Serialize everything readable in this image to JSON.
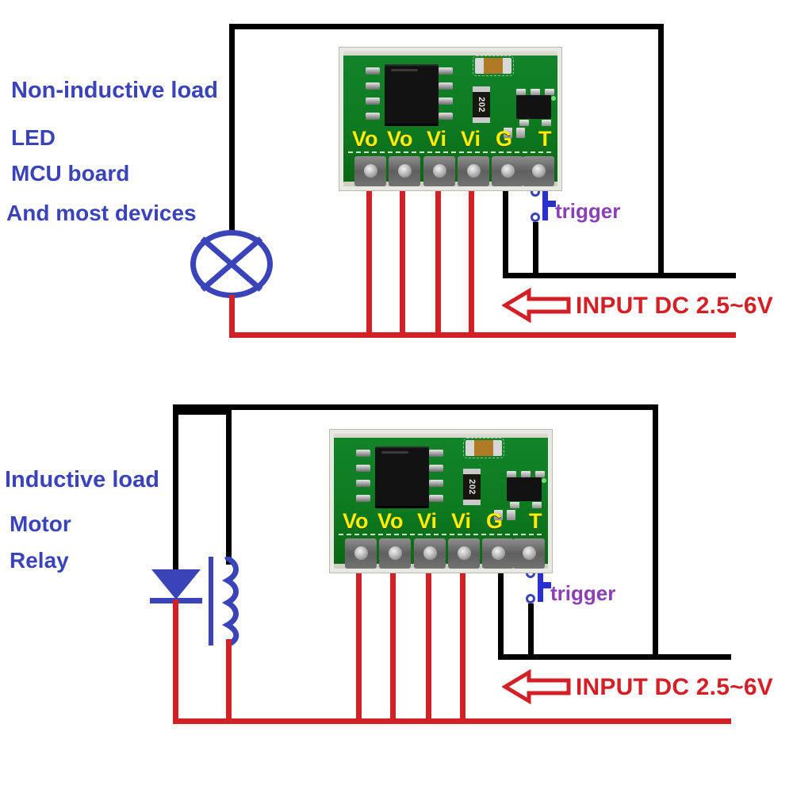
{
  "diagrams": [
    {
      "id": "non-inductive",
      "labels": {
        "title": "Non-inductive load",
        "line1": "LED",
        "line2": "MCU board",
        "line3": "And most devices"
      },
      "load_symbol": "lamp-symbol",
      "trigger_label": "trigger",
      "input_label": "INPUT DC 2.5~6V",
      "module": {
        "silkscreen": [
          "Vo",
          "Vo",
          "Vi",
          "Vi",
          "G",
          "T"
        ],
        "resistor_code": "202",
        "pad_count": 6
      }
    },
    {
      "id": "inductive",
      "labels": {
        "title": "Inductive load",
        "line1": "Motor",
        "line2": "Relay"
      },
      "load_symbols": [
        "diode-symbol",
        "coil-symbol"
      ],
      "trigger_label": "trigger",
      "input_label": "INPUT DC 2.5~6V",
      "module": {
        "silkscreen": [
          "Vo",
          "Vo",
          "Vi",
          "Vi",
          "G",
          "T"
        ],
        "resistor_code": "202",
        "pad_count": 6
      }
    }
  ],
  "colors": {
    "text_blue": "#3a44b8",
    "text_purple": "#8b3fb5",
    "text_red": "#d32026",
    "wire_black": "#000000",
    "wire_red": "#d32026",
    "pcb_green": "#0a6b16",
    "silk_yellow": "#ffee00"
  }
}
